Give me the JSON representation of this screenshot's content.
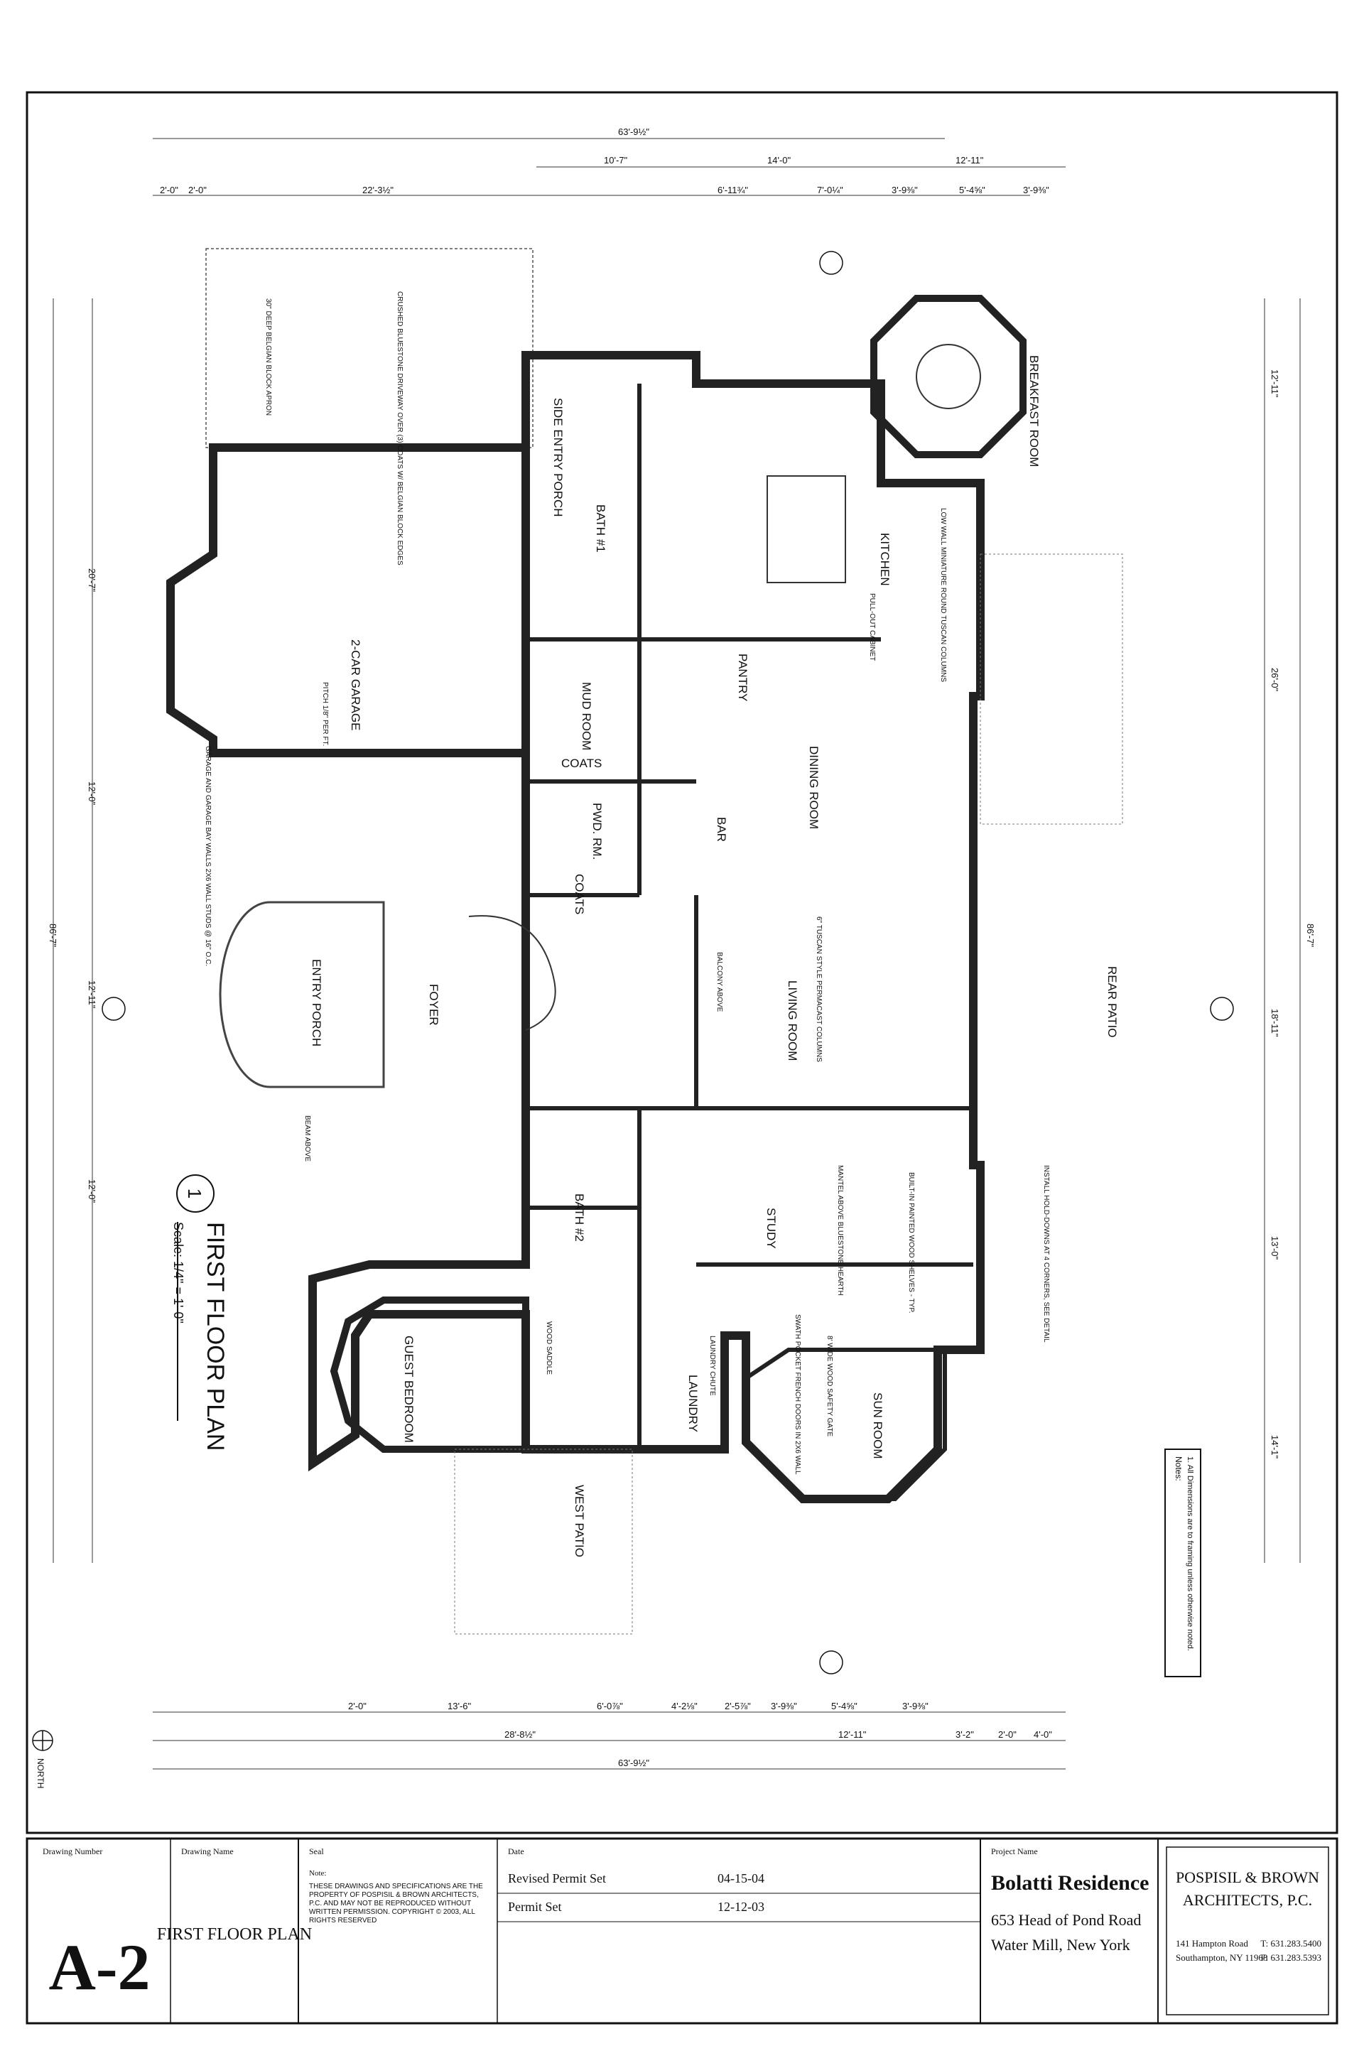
{
  "sheet": {
    "firm_name_1": "POSPISIL & BROWN",
    "firm_name_2": "ARCHITECTS, P.C.",
    "firm_address_1": "141 Hampton Road",
    "firm_address_2": "Southampton, NY 11968",
    "firm_phone": "T: 631.283.5400",
    "firm_fax": "F: 631.283.5393",
    "project_caption": "Project Name",
    "project_name": "Bolatti Residence",
    "project_address_1": "653 Head of Pond Road",
    "project_address_2": "Water Mill, New York",
    "revisions": [
      {
        "label": "Revised Permit Set",
        "date": "04-15-04"
      },
      {
        "label": "Permit Set",
        "date": "12-12-03"
      }
    ],
    "rev_caption": "Date",
    "drawing_name_caption": "Drawing Name",
    "drawing_name": "FIRST FLOOR PLAN",
    "drawing_number_caption": "Drawing Number",
    "drawing_number": "A-2",
    "seal_caption": "Seal",
    "notice_caption": "Note:",
    "notice_text": "THESE DRAWINGS AND SPECIFICATIONS ARE THE PROPERTY OF POSPISIL & BROWN ARCHITECTS, P.C. AND MAY NOT BE REPRODUCED WITHOUT WRITTEN PERMISSION. COPYRIGHT © 2003, ALL RIGHTS RESERVED"
  },
  "plan": {
    "title": "FIRST FLOOR PLAN",
    "scale": "Scale: 1/4\" = 1'-0\"",
    "view_number": "1",
    "north": "NORTH",
    "notes_title": "Notes:",
    "notes_text": "1.  All Dimensions are to framing unless otherwise noted.",
    "rooms": [
      {
        "name": "2-CAR",
        "sub": "GARAGE"
      },
      {
        "name": "MUD",
        "sub": "ROOM"
      },
      {
        "name": "BATH",
        "sub": "#1"
      },
      {
        "name": "SIDE",
        "sub": "ENTRY PORCH"
      },
      {
        "name": "KITCHEN",
        "sub": ""
      },
      {
        "name": "BREAKFAST",
        "sub": "ROOM"
      },
      {
        "name": "PANTRY",
        "sub": ""
      },
      {
        "name": "DINING",
        "sub": "ROOM"
      },
      {
        "name": "BAR",
        "sub": ""
      },
      {
        "name": "PWD.",
        "sub": "RM."
      },
      {
        "name": "COATS",
        "sub": ""
      },
      {
        "name": "COATS",
        "sub": ""
      },
      {
        "name": "FOYER",
        "sub": ""
      },
      {
        "name": "ENTRY PORCH",
        "sub": ""
      },
      {
        "name": "LIVING",
        "sub": "ROOM"
      },
      {
        "name": "REAR PATIO",
        "sub": ""
      },
      {
        "name": "STUDY",
        "sub": ""
      },
      {
        "name": "BATH",
        "sub": "#2"
      },
      {
        "name": "GUEST",
        "sub": "BEDROOM"
      },
      {
        "name": "LAUNDRY",
        "sub": ""
      },
      {
        "name": "SUN ROOM",
        "sub": ""
      },
      {
        "name": "WEST PATIO",
        "sub": ""
      }
    ],
    "dims": {
      "overall_top": "63'-9½\"",
      "overall_bottom": "63'-9½\"",
      "overall_left": "86'-7\"",
      "overall_right": "86'-7\"",
      "top_row": [
        "10'-7\"",
        "14'-0\"",
        "12'-11\""
      ],
      "top_detail": [
        "2'-0\"",
        "2'-0\"",
        "22'-3½\"",
        "6'-11¾\"",
        "7'-0¼\"",
        "3'-9⅜\"",
        "5'-4⅝\"",
        "3'-9⅜\""
      ],
      "bottom_row": [
        "28'-8½\"",
        "12'-11\"",
        "3'-2\"",
        "2'-0\"",
        "4'-0\""
      ],
      "bottom_detail": [
        "2'-0\"",
        "13'-6\"",
        "6'-0⅞\"",
        "4'-2⅛\"",
        "2'-5⅞\"",
        "3'-9⅜\"",
        "5'-4⅝\"",
        "3'-9⅜\""
      ],
      "right_main": [
        "12'-11\"",
        "26'-0\"",
        "18'-11\"",
        "13'-0\"",
        "14'-1\""
      ],
      "left_main": [
        "20'-7\"",
        "12'-0\"",
        "12'-11\"",
        "12'-0\""
      ]
    },
    "annotations": [
      "CRUSHED BLUESTONE DRIVEWAY OVER (3) COATS W/ BELGIAN BLOCK EDGES",
      "30\" DEEP BELGIAN BLOCK APRON",
      "GARAGE AND GARAGE BAY WALLS 2X6 WALL STUDS @ 16\" O.C.",
      "PITCH 1/8\" PER FT.",
      "6\" TUSCAN STYLE PERMACAST COLUMNS",
      "BALCONY ABOVE",
      "BEAM ABOVE",
      "8' WIDE WOOD SAFETY GATE",
      "INSTALL HOLD-DOWNS AT 4 CORNERS, SEE DETAIL",
      "LOW WALL MINIATURE ROUND TUSCAN COLUMNS",
      "PULL-OUT CABINET",
      "SWATH POCKET FRENCH DOORS IN 2X6 WALL",
      "LAUNDRY CHUTE",
      "WOOD SADDLE",
      "MANTEL ABOVE BLUESTONE HEARTH",
      "BUILT-IN PAINTED WOOD SHELVES - TYP."
    ]
  }
}
